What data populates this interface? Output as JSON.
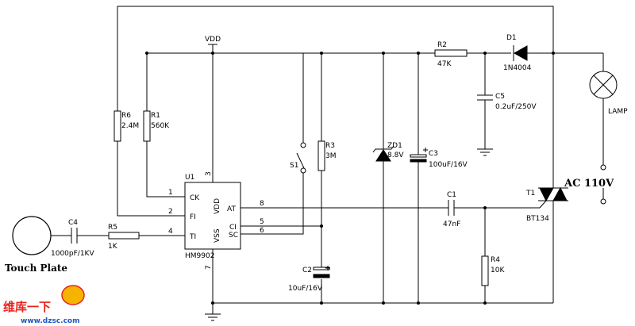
{
  "labels": {
    "vdd": "VDD",
    "r1": "R1",
    "r1_val": "560K",
    "r6": "R6",
    "r6_val": "2.4M",
    "r2": "R2",
    "r2_val": "47K",
    "r3": "R3",
    "r3_val": "3M",
    "r4": "R4",
    "r4_val": "10K",
    "r5": "R5",
    "r5_val": "1K",
    "c1": "C1",
    "c1_val": "47nF",
    "c2": "C2",
    "c2_val": "10uF/16V",
    "c3": "C3",
    "c3_val": "100uF/16V",
    "c4": "C4",
    "c4_val": "1000pF/1KV",
    "c5": "C5",
    "c5_val": "0.2uF/250V",
    "d1": "D1",
    "d1_val": "1N4004",
    "zd1": "ZD1",
    "zd1_val": "8.8V",
    "s1": "S1",
    "t1": "T1",
    "t1_val": "BT134",
    "u1": "U1",
    "u1_val": "HM9902",
    "lamp": "LAMP",
    "ac": "AC 110V",
    "touch": "Touch Plate"
  },
  "ic_pins": {
    "ck": "CK",
    "fi": "FI",
    "ti": "TI",
    "at": "AT",
    "ci": "CI",
    "sc": "SC",
    "vdd": "VDD",
    "vss": "VSS",
    "p1": "1",
    "p2": "2",
    "p3": "3",
    "p4": "4",
    "p5": "5",
    "p6": "6",
    "p7": "7",
    "p8": "8"
  },
  "watermark": {
    "line1": "维库一下",
    "line2": "www.dzsc.com"
  },
  "colors": {
    "wire": "#000000",
    "watermark_red": "#e8231c",
    "watermark_blue": "#1f56c4",
    "watermark_yellow": "#f5b400"
  }
}
